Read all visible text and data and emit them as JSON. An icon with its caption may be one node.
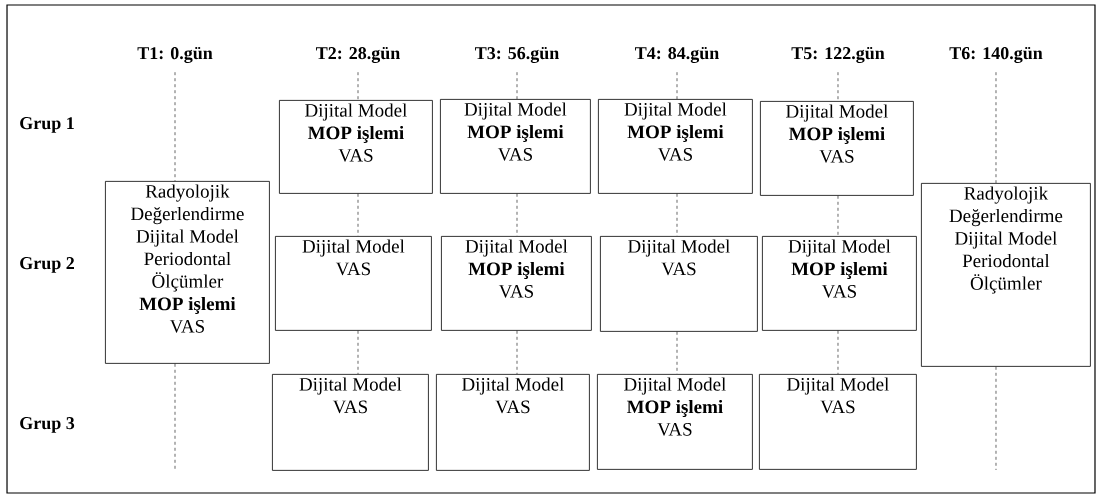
{
  "diagram": {
    "nodes": [
      {
        "text": [
          "T1: 0.gün"
        ]
      },
      {
        "text": [
          "T2: 28.gün"
        ]
      },
      {
        "text": [
          "T3: 56.gün"
        ]
      },
      {
        "text": [
          "T4: 84.gün"
        ]
      },
      {
        "text": [
          "T5: 122.gün"
        ]
      },
      {
        "text": [
          "T6: 140.gün"
        ]
      },
      {
        "text": [
          "Radyolojik Değerlendirme Dijital Model Periodontal Ölçümler **MOP işlemi** VAS"
        ]
      },
      {
        "text": [
          "Dijital Model **MOP işlemi** VAS"
        ]
      },
      {
        "text": [
          "Dijital Model VAS"
        ]
      },
      {
        "text": [
          "Dijital Model VAS"
        ]
      },
      {
        "text": [
          "Dijital Model **MOP işlemi** VAS"
        ]
      },
      {
        "text": [
          "Dijital Model **MOP işlemi** VAS"
        ]
      },
      {
        "text": [
          "Dijital Model VAS"
        ]
      },
      {
        "text": [
          "Dijital Model **MOP işlemi** VAS"
        ]
      },
      {
        "text": [
          "Dijital Model VAS"
        ]
      },
      {
        "text": [
          "Dijital Model **MOP işlemi** VAS"
        ]
      },
      {
        "text": [
          "Dijital Model **MOP işlemi** VAS"
        ]
      },
      {
        "text": [
          "Dijital Model **MOP işlemi** VAS"
        ]
      },
      {
        "text": [
          "Dijital Model VAS"
        ]
      },
      {
        "text": [
          "Radyolojik Değerlendirme Dijital Model Periodontal Ölçümler"
        ]
      }
    ],
    "edges": [
      {
        "from": 0,
        "to": 6,
        "arrow": "none",
        "style": "dashed"
      },
      {
        "from": 6,
        "to": null,
        "arrow": "none",
        "style": "dashed"
      },
      {
        "from": 1,
        "to": 7,
        "arrow": "none",
        "style": "dashed"
      },
      {
        "from": 7,
        "to": 8,
        "arrow": "none",
        "style": "dashed"
      },
      {
        "from": 8,
        "to": 9,
        "arrow": "none",
        "style": "dashed"
      },
      {
        "from": 2,
        "to": 10,
        "arrow": "none",
        "style": "dashed"
      },
      {
        "from": 10,
        "to": 11,
        "arrow": "none",
        "style": "dashed"
      },
      {
        "from": 11,
        "to": 12,
        "arrow": "none",
        "style": "dashed"
      },
      {
        "from": 3,
        "to": 13,
        "arrow": "none",
        "style": "dashed"
      },
      {
        "from": 13,
        "to": 14,
        "arrow": "none",
        "style": "dashed"
      },
      {
        "from": 14,
        "to": 15,
        "arrow": "none",
        "style": "dashed"
      },
      {
        "from": 4,
        "to": 16,
        "arrow": "none",
        "style": "dashed"
      },
      {
        "from": 16,
        "to": 17,
        "arrow": "none",
        "style": "dashed"
      },
      {
        "from": 17,
        "to": 18,
        "arrow": "none",
        "style": "dashed"
      },
      {
        "from": 5,
        "to": 19,
        "arrow": "none",
        "style": "dashed"
      },
      {
        "from": 19,
        "to": null,
        "arrow": "none",
        "style": "dashed"
      }
    ],
    "labels": [
      "Grup 1",
      "Grup 2",
      "Grup 3"
    ]
  }
}
